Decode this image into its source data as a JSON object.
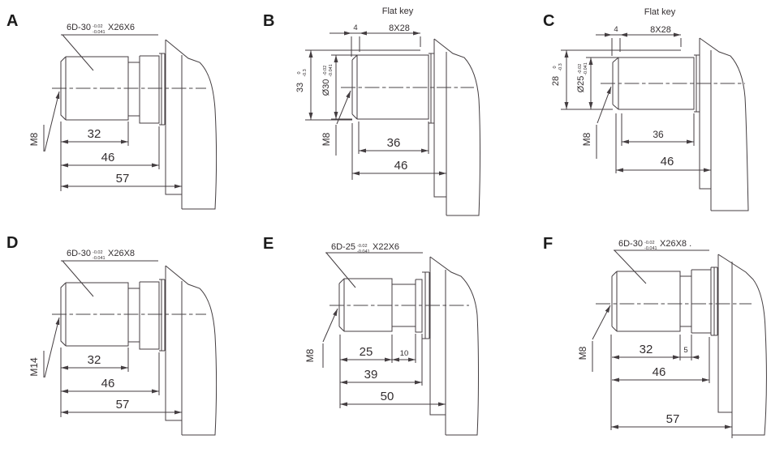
{
  "drawing": {
    "line_color": "#443e41",
    "panels": {
      "A": {
        "letter": "A",
        "callout_prefix": "6D-30",
        "callout_tol_upper": "-0.02",
        "callout_tol_lower": "-0.041",
        "callout_suffix": "X26X6",
        "thread_label": "M8",
        "dim_spline_len": "32",
        "dim_mid_len": "46",
        "dim_total_len": "57"
      },
      "B": {
        "letter": "B",
        "flat_key_title": "Flat key",
        "flat_key_size": "8X28",
        "dim_key_offset": "4",
        "dim_over_key": "33",
        "dim_over_key_tol_upper": "0",
        "dim_over_key_tol_lower": "-0.3",
        "dim_shaft_dia": "Ø30",
        "dim_shaft_dia_tol_upper": "-0.02",
        "dim_shaft_dia_tol_lower": "-0.041",
        "thread_label": "M8",
        "dim_shaft_len": "36",
        "dim_total_len": "46"
      },
      "C": {
        "letter": "C",
        "flat_key_title": "Flat key",
        "flat_key_size": "8X28",
        "dim_key_offset": "4",
        "dim_over_key": "28",
        "dim_over_key_tol_upper": "0",
        "dim_over_key_tol_lower": "-0.3",
        "dim_shaft_dia": "Ø25",
        "dim_shaft_dia_tol_upper": "-0.02",
        "dim_shaft_dia_tol_lower": "-0.041",
        "thread_label": "M8",
        "dim_shaft_len": "36",
        "dim_total_len": "46"
      },
      "D": {
        "letter": "D",
        "callout_prefix": "6D-30",
        "callout_tol_upper": "-0.02",
        "callout_tol_lower": "-0.041",
        "callout_suffix": "X26X8",
        "thread_label": "M14",
        "dim_spline_len": "32",
        "dim_mid_len": "46",
        "dim_total_len": "57"
      },
      "E": {
        "letter": "E",
        "callout_prefix": "6D-25",
        "callout_tol_upper": "-0.02",
        "callout_tol_lower": "-0.041",
        "callout_suffix": "X22X6",
        "thread_label": "M8",
        "dim_spline_len": "25",
        "dim_neck_len": "10",
        "dim_mid_len": "39",
        "dim_total_len": "50"
      },
      "F": {
        "letter": "F",
        "callout_prefix": "6D-30",
        "callout_tol_upper": "-0.02",
        "callout_tol_lower": "-0.041",
        "callout_suffix": "X26X8 .",
        "thread_label": "M8",
        "dim_spline_len": "32",
        "dim_groove_len": "5",
        "dim_mid_len": "46",
        "dim_total_len": "57"
      }
    }
  }
}
